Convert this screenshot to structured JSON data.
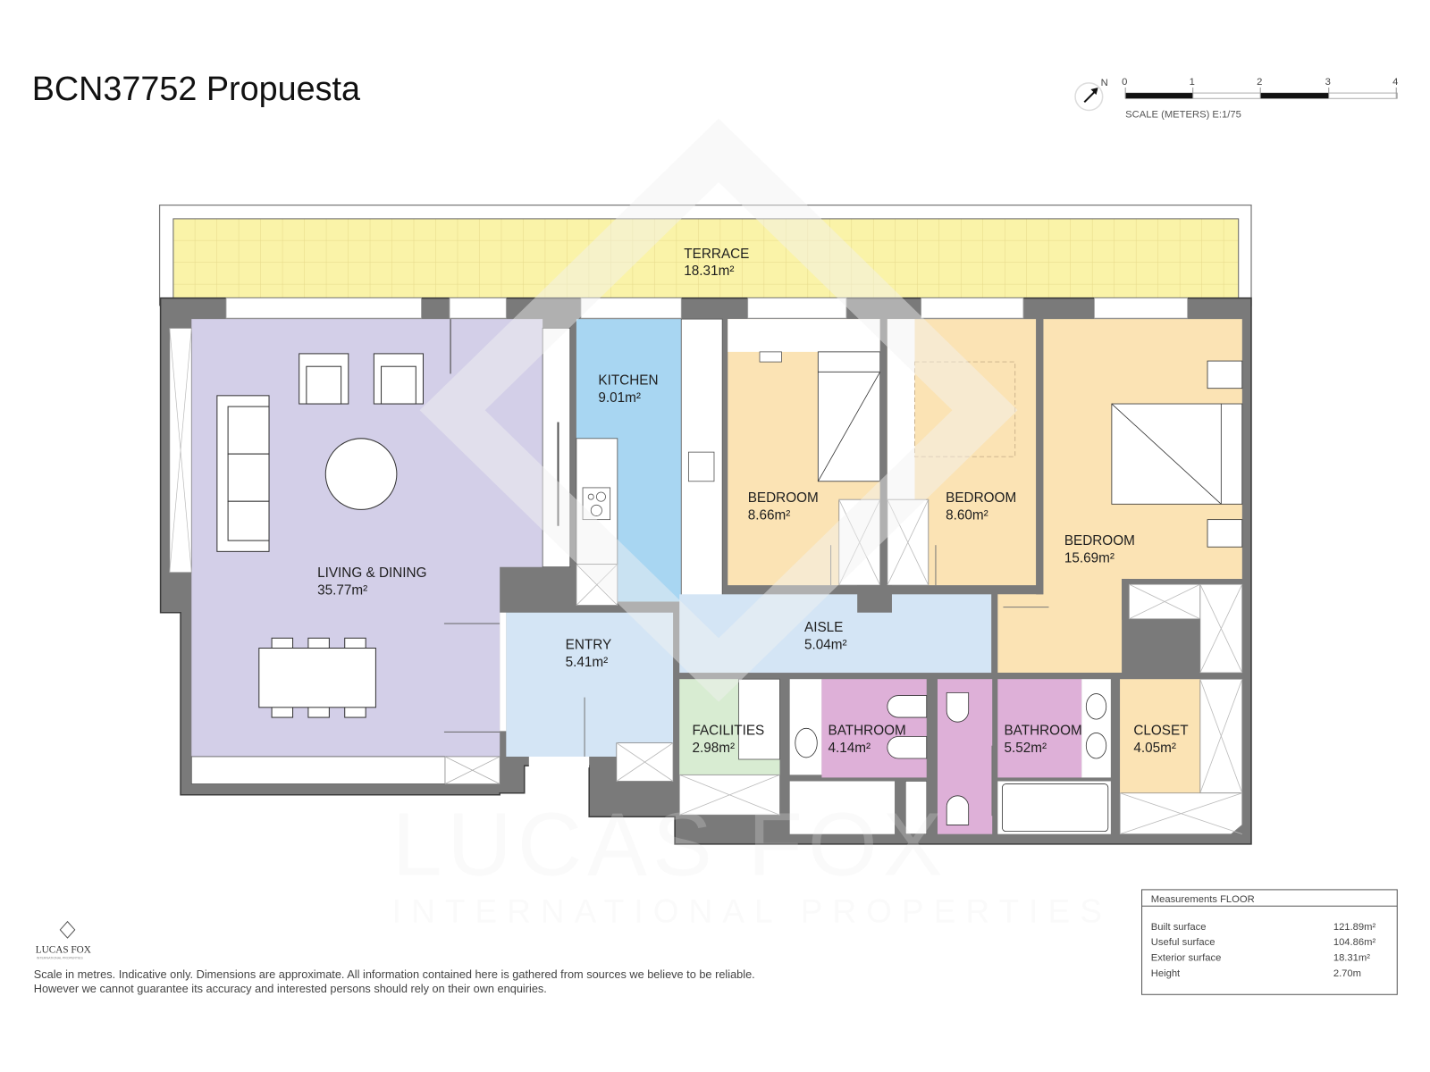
{
  "header": {
    "title": "BCN37752 Propuesta"
  },
  "compass": {
    "icon": "north-arrow-icon",
    "label": "N"
  },
  "scale_bar": {
    "ticks": [
      "0",
      "1",
      "2",
      "3",
      "4"
    ],
    "caption": "SCALE (METERS) E:1/75"
  },
  "rooms": {
    "terrace": {
      "name": "TERRACE",
      "area": "18.31m²",
      "color": "#faf3a8"
    },
    "living": {
      "name": "LIVING & DINING",
      "area": "35.77m²",
      "color": "#d3cfe8"
    },
    "kitchen": {
      "name": "KITCHEN",
      "area": "9.01m²",
      "color": "#a8d6f2"
    },
    "bedroom1": {
      "name": "BEDROOM",
      "area": "8.66m²",
      "color": "#fbe3b4"
    },
    "bedroom2": {
      "name": "BEDROOM",
      "area": "8.60m²",
      "color": "#fbe3b4"
    },
    "bedroom3": {
      "name": "BEDROOM",
      "area": "15.69m²",
      "color": "#fbe3b4"
    },
    "entry": {
      "name": "ENTRY",
      "area": "5.41m²",
      "color": "#d4e5f5"
    },
    "aisle": {
      "name": "AISLE",
      "area": "5.04m²",
      "color": "#d4e5f5"
    },
    "facilities": {
      "name": "FACILITIES",
      "area": "2.98m²",
      "color": "#d8ecd2"
    },
    "bathroom1": {
      "name": "BATHROOM",
      "area": "4.14m²",
      "color": "#deb0d8"
    },
    "bathroom2": {
      "name": "BATHROOM",
      "area": "5.52m²",
      "color": "#deb0d8"
    },
    "closet": {
      "name": "CLOSET",
      "area": "4.05m²",
      "color": "#fbe3b4"
    }
  },
  "colors": {
    "wall": "#7a7a7a",
    "wall_outline": "#3c3c3c"
  },
  "watermark": {
    "brand": "LUCAS FOX",
    "tagline": "INTERNATIONAL PROPERTIES"
  },
  "logo": {
    "brand": "LUCAS FOX",
    "tagline": "INTERNATIONAL PROPERTIES"
  },
  "disclaimer": {
    "line1": "Scale in metres. Indicative only. Dimensions are approximate. All information contained here is gathered from sources we believe to be reliable.",
    "line2": "However we cannot guarantee its accuracy and interested persons should rely on their own enquiries."
  },
  "measurements": {
    "title": "Measurements FLOOR",
    "rows": [
      {
        "label": "Built surface",
        "value": "121.89m²"
      },
      {
        "label": "Useful surface",
        "value": "104.86m²"
      },
      {
        "label": "Exterior surface",
        "value": "18.31m²"
      },
      {
        "label": "Height",
        "value": "2.70m"
      }
    ]
  }
}
